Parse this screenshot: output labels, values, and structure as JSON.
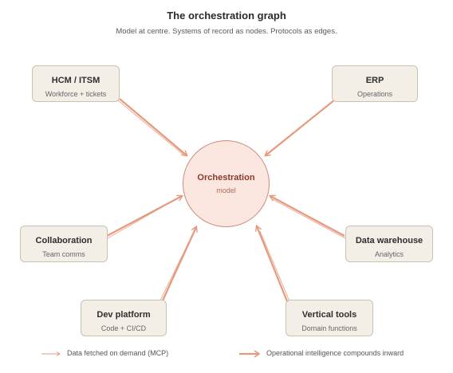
{
  "header": {
    "title": "The orchestration graph",
    "subtitle": "Model at centre. Systems of record as nodes. Protocols as edges."
  },
  "center": {
    "name": "Orchestration",
    "desc": "model"
  },
  "nodes": [
    {
      "name": "HCM / ITSM",
      "desc": "Workforce + tickets"
    },
    {
      "name": "ERP",
      "desc": "Operations"
    },
    {
      "name": "Collaboration",
      "desc": "Team comms"
    },
    {
      "name": "Data warehouse",
      "desc": "Analytics"
    },
    {
      "name": "Dev platform",
      "desc": "Code + CI/CD"
    },
    {
      "name": "Vertical tools",
      "desc": "Domain functions"
    }
  ],
  "legend": {
    "thin": "Data fetched on demand (MCP)",
    "thick": "Operational intelligence compounds inward"
  },
  "colors": {
    "edge": "#e69a7d",
    "node_fill": "#f3efe7",
    "node_border": "#c9c2b3",
    "center_fill": "#fbe7e0",
    "center_text": "#8a3a2a"
  }
}
